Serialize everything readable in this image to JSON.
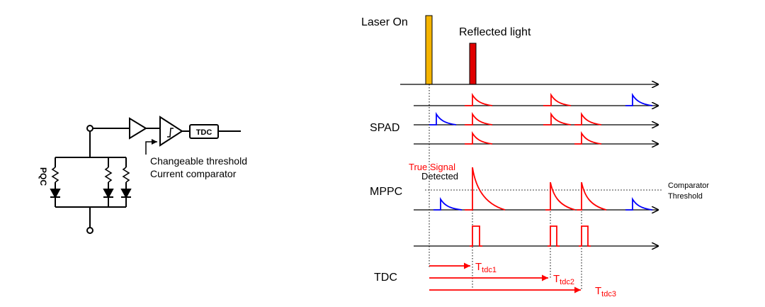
{
  "colors": {
    "laser": "#f5b400",
    "reflected": "#e00000",
    "signal_red": "#ff0000",
    "dark_count_blue": "#0000ff",
    "line": "#000000"
  },
  "circuit": {
    "tdc_label": "TDC",
    "pqc_label": "PQC",
    "comparator_line1": "Changeable threshold",
    "comparator_line2": "Current comparator"
  },
  "timing": {
    "laser_label": "Laser On",
    "reflected_label": "Reflected light",
    "spad_label": "SPAD",
    "true_signal_label": "True Signal",
    "detected_label": "Detected",
    "mppc_label": "MPPC",
    "comparator_label": "Comparator",
    "threshold_label": "Threshold",
    "tdc_label": "TDC",
    "t_symbol": "T",
    "tdc1_sub": "tdc1",
    "tdc2_sub": "tdc2",
    "tdc3_sub": "tdc3"
  }
}
